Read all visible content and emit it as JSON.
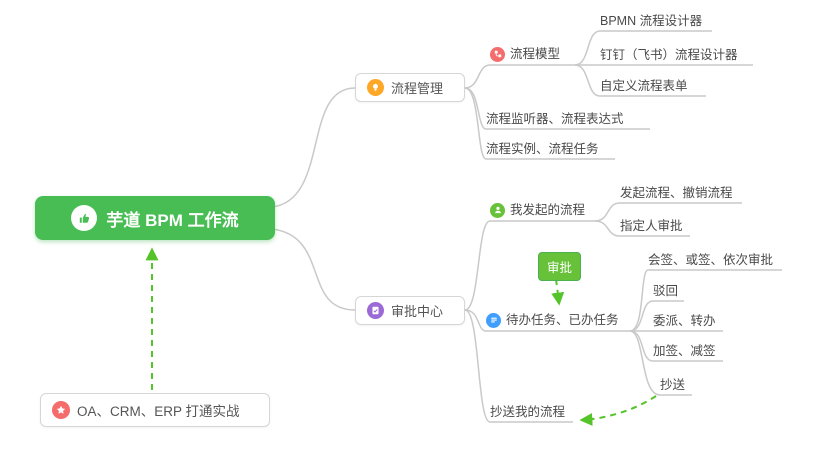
{
  "colors": {
    "root_bg": "#47bd53",
    "arrow_green": "#55c32a",
    "connector": "#c9c9c9",
    "node_border": "#d6d6d6",
    "text": "#4a4a4a",
    "icon_orange": "#ffa726",
    "icon_red": "#f56c6c",
    "icon_purple": "#9c6ad6",
    "icon_green": "#67c23a",
    "icon_blue": "#409eff",
    "badge_bg": "#67c23a",
    "badge_border": "#4caf50"
  },
  "nodes": {
    "root": {
      "label": "芋道 BPM 工作流",
      "icon": "thumbs-up-icon"
    },
    "process_management": {
      "label": "流程管理",
      "icon": "lightbulb-icon"
    },
    "process_model": {
      "label": "流程模型",
      "icon": "flow-model-icon"
    },
    "bpmn_designer": {
      "label": "BPMN 流程设计器"
    },
    "dingtalk_designer": {
      "label": "钉钉（飞书）流程设计器"
    },
    "custom_form": {
      "label": "自定义流程表单"
    },
    "listener_expression": {
      "label": "流程监听器、流程表达式"
    },
    "instance_task": {
      "label": "流程实例、流程任务"
    },
    "approval_center": {
      "label": "审批中心",
      "icon": "approval-doc-icon"
    },
    "my_initiated": {
      "label": "我发起的流程",
      "icon": "person-icon"
    },
    "initiate_cancel": {
      "label": "发起流程、撤销流程"
    },
    "assignee_approval": {
      "label": "指定人审批"
    },
    "approval_tag": {
      "label": "审批"
    },
    "todo_done": {
      "label": "待办任务、已办任务",
      "icon": "task-list-icon"
    },
    "countersign": {
      "label": "会签、或签、依次审批"
    },
    "reject": {
      "label": "驳回"
    },
    "delegate_transfer": {
      "label": "委派、转办"
    },
    "add_reduce_sign": {
      "label": "加签、减签"
    },
    "cc": {
      "label": "抄送"
    },
    "cc_my_process": {
      "label": "抄送我的流程"
    },
    "oa_crm_erp": {
      "label": "OA、CRM、ERP 打通实战",
      "icon": "star-icon"
    }
  }
}
